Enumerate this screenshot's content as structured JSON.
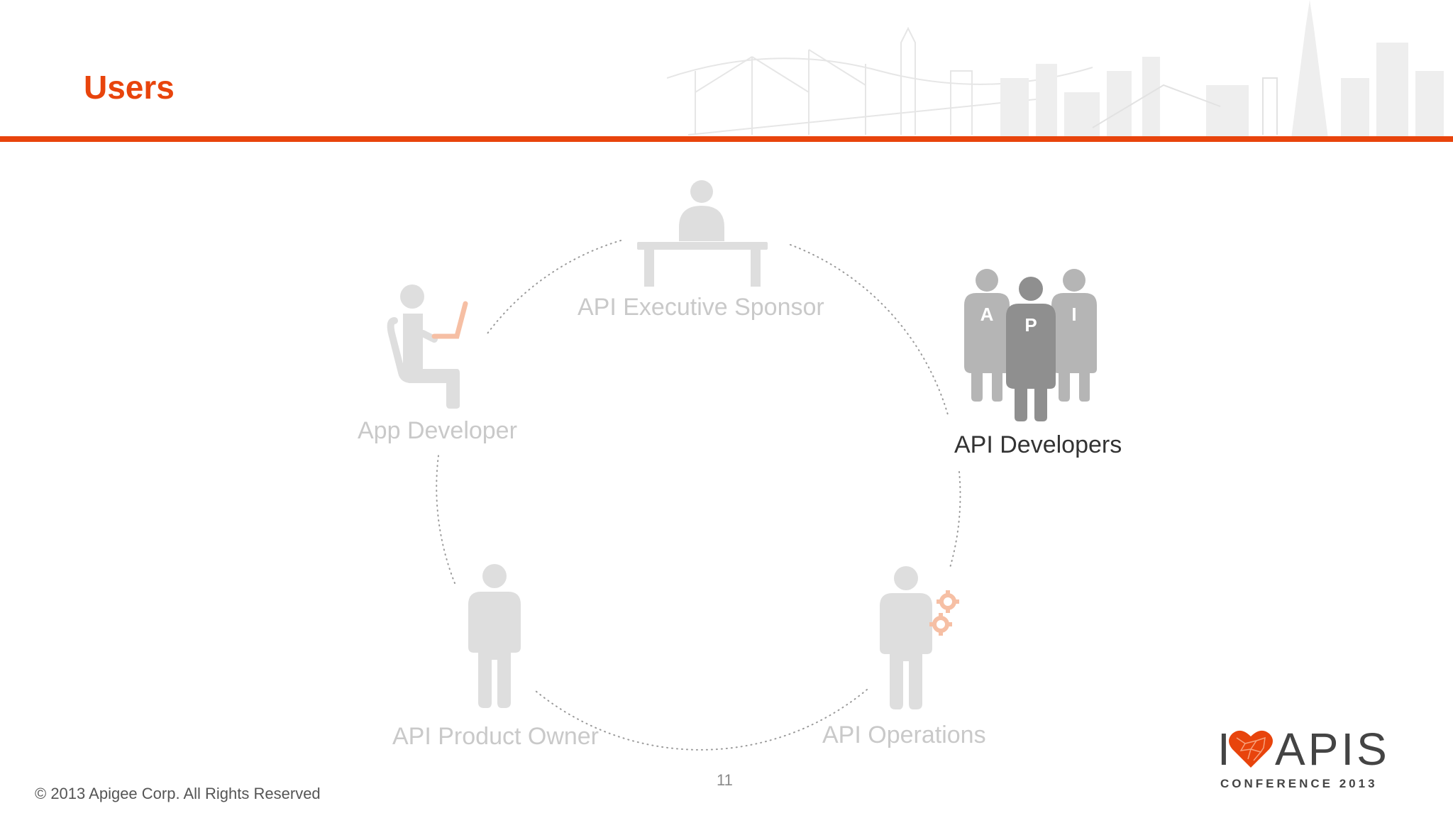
{
  "slide": {
    "title": "Users",
    "page_number": "11",
    "copyright": "© 2013 Apigee Corp. All Rights Reserved"
  },
  "roles": {
    "executive_sponsor": "API Executive Sponsor",
    "app_developer": "App Developer",
    "api_developers": "API Developers",
    "api_product_owner": "API Product Owner",
    "api_operations": "API Operations"
  },
  "api_developer_badges": [
    "A",
    "P",
    "I"
  ],
  "logo": {
    "prefix": "I",
    "word": "APIS",
    "subtitle": "CONFERENCE 2013"
  },
  "colors": {
    "accent": "#e8440c",
    "faded_gray": "#d4d4d4",
    "highlight_gray": "#9a9a9a",
    "faded_orange": "#f6bfa4",
    "label_faded": "#c9c9c9",
    "label_active": "#333333"
  },
  "icons": {
    "sponsor": "person-at-table-icon",
    "app_developer": "person-with-laptop-icon",
    "api_developers": "group-of-three-people-icon",
    "product_owner": "standing-person-icon",
    "operations": "person-with-gears-icon",
    "logo_heart": "heart-icon"
  }
}
